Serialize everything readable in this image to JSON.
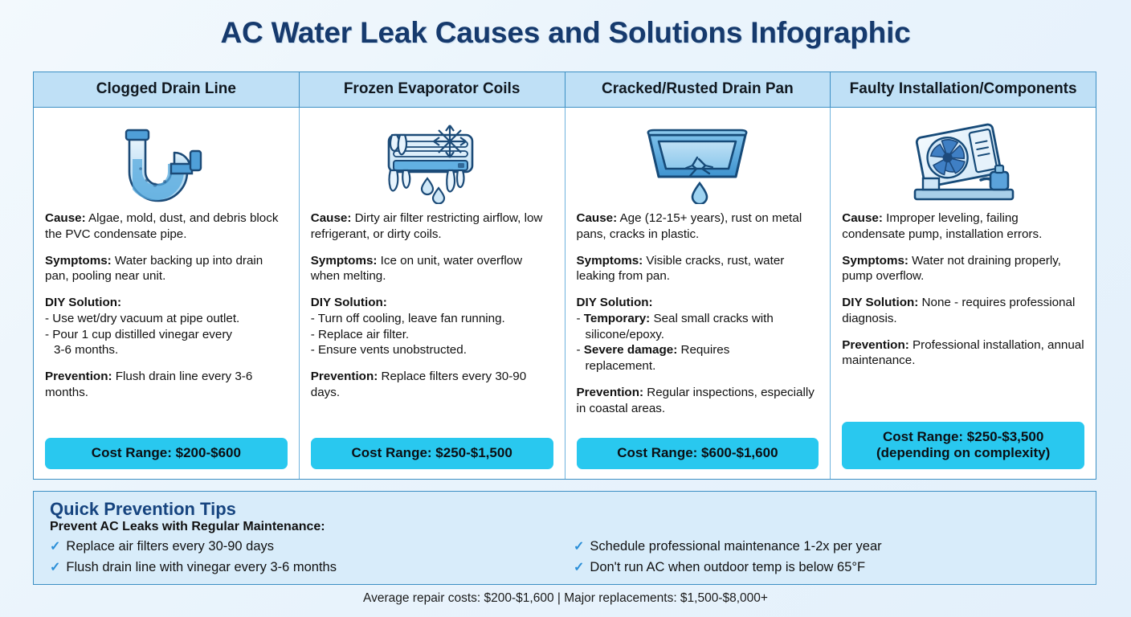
{
  "title": "AC Water Leak Causes and Solutions Infographic",
  "columns": [
    {
      "header": "Clogged Drain Line",
      "icon": "drain-pipe-p-trap-icon",
      "cause_label": "Cause:",
      "cause_text": " Algae, mold, dust, and debris block the PVC condensate pipe.",
      "symptoms_label": "Symptoms:",
      "symptoms_text": " Water backing up into drain pan, pooling near unit.",
      "diy_label": "DIY Solution:",
      "diy_inline": "",
      "diy_items": [
        "- Use wet/dry vacuum at pipe outlet.",
        "- Pour 1 cup distilled vinegar every",
        "3-6 months."
      ],
      "prevention_label": "Prevention:",
      "prevention_text": " Flush drain line every 3-6 months.",
      "cost": "Cost Range: $200-$600",
      "cost_line2": ""
    },
    {
      "header": "Frozen Evaporator Coils",
      "icon": "frozen-coil-snowflake-icon",
      "cause_label": "Cause:",
      "cause_text": " Dirty air filter restricting airflow, low refrigerant, or dirty coils.",
      "symptoms_label": "Symptoms:",
      "symptoms_text": " Ice on unit, water overflow when melting.",
      "diy_label": "DIY Solution:",
      "diy_inline": "",
      "diy_items": [
        "- Turn off cooling, leave fan running.",
        "- Replace air filter.",
        "- Ensure vents unobstructed."
      ],
      "prevention_label": "Prevention:",
      "prevention_text": " Replace filters every 30-90 days.",
      "cost": "Cost Range: $250-$1,500",
      "cost_line2": ""
    },
    {
      "header": "Cracked/Rusted Drain Pan",
      "icon": "cracked-drain-pan-icon",
      "cause_label": "Cause:",
      "cause_text": " Age (12-15+ years), rust on metal pans, cracks in plastic.",
      "symptoms_label": "Symptoms:",
      "symptoms_text": " Visible cracks, rust, water leaking from pan.",
      "diy_label": "DIY Solution:",
      "diy_inline": "",
      "diy_items_rich": [
        {
          "dash": "- ",
          "bold": "Temporary:",
          "rest": " Seal small cracks with"
        },
        {
          "dash": "",
          "bold": "",
          "rest": "silicone/epoxy.",
          "indent": true
        },
        {
          "dash": "- ",
          "bold": "Severe damage:",
          "rest": " Requires"
        },
        {
          "dash": "",
          "bold": "",
          "rest": "replacement.",
          "indent": true
        }
      ],
      "prevention_label": "Prevention:",
      "prevention_text": " Regular inspections, especially in coastal areas.",
      "cost": "Cost Range: $600-$1,600",
      "cost_line2": ""
    },
    {
      "header": "Faulty Installation/Components",
      "icon": "tilted-condenser-unit-icon",
      "cause_label": "Cause:",
      "cause_text": " Improper leveling, failing condensate pump, installation errors.",
      "symptoms_label": "Symptoms:",
      "symptoms_text": " Water not draining properly, pump overflow.",
      "diy_label": "DIY Solution:",
      "diy_inline": " None - requires professional diagnosis.",
      "diy_items": [],
      "prevention_label": "Prevention:",
      "prevention_text": " Professional installation, annual maintenance.",
      "cost": "Cost Range: $250-$3,500",
      "cost_line2": "(depending on complexity)"
    }
  ],
  "tips": {
    "title": "Quick Prevention Tips",
    "subtitle": "Prevent AC Leaks with Regular Maintenance:",
    "check_glyph": "✓",
    "left": [
      "Replace air filters every 30-90 days",
      "Flush drain line with vinegar every 3-6 months"
    ],
    "right": [
      "Schedule professional maintenance 1-2x per year",
      "Don't run AC when outdoor temp is below 65°F"
    ]
  },
  "footer": "Average repair costs: $200-$1,600 | Major replacements: $1,500-$8,000+",
  "colors": {
    "title_navy": "#163a6d",
    "header_bg": "#bfe0f6",
    "border_blue": "#3c8fc4",
    "cost_cyan": "#29c8ef",
    "tips_bg": "#d8ecfa",
    "check_blue": "#2b8fd8"
  }
}
